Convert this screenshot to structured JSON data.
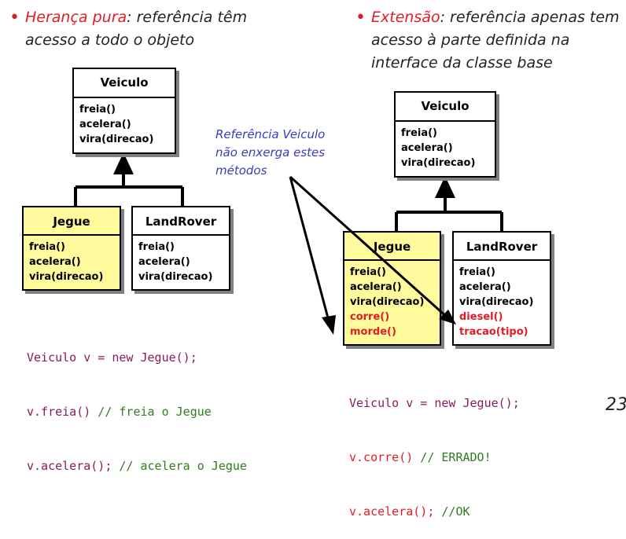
{
  "left_bullet": {
    "highlight": "Herança pura",
    "rest_line1": ": referência têm",
    "line2": "acesso a todo o objeto"
  },
  "right_bullet": {
    "highlight": "Extensão",
    "rest_line1": ": referência apenas tem",
    "line2": "acesso à parte definida na",
    "line3": "interface da classe base"
  },
  "note": {
    "line1": "Referência Veiculo",
    "line2": "não enxerga estes",
    "line3": "métodos"
  },
  "left_diagram": {
    "base": {
      "title": "Veiculo",
      "methods": [
        "freia()",
        "acelera()",
        "vira(direcao)"
      ]
    },
    "jegue": {
      "title": "Jegue",
      "methods": [
        "freia()",
        "acelera()",
        "vira(direcao)"
      ]
    },
    "landrover": {
      "title": "LandRover",
      "methods": [
        "freia()",
        "acelera()",
        "vira(direcao)"
      ]
    }
  },
  "right_diagram": {
    "base": {
      "title": "Veiculo",
      "methods": [
        "freia()",
        "acelera()",
        "vira(direcao)"
      ]
    },
    "jegue": {
      "title": "Jegue",
      "methods": [
        "freia()",
        "acelera()",
        "vira(direcao)"
      ],
      "extra_methods": [
        "corre()",
        "morde()"
      ]
    },
    "landrover": {
      "title": "LandRover",
      "methods": [
        "freia()",
        "acelera()",
        "vira(direcao)"
      ],
      "extra_methods": [
        "diesel()",
        "tracao(tipo)"
      ]
    }
  },
  "left_code": {
    "line1": "Veiculo v = new Jegue();",
    "line2_code": "v.freia()",
    "line2_comment": " // freia o Jegue",
    "line3_code": "v.acelera();",
    "line3_comment": " // acelera o Jegue"
  },
  "right_code": {
    "line1": "Veiculo v = new Jegue();",
    "line2_code": "v.corre()",
    "line2_comment": " // ERRADO!",
    "line3_code": "v.acelera();",
    "line3_comment": " //OK"
  },
  "page_number": "23",
  "colors": {
    "accent_red": "#e31b23",
    "note_blue": "#3a3ac0",
    "box_yellow": "#fffb9c",
    "code_purple": "#8b1a5c",
    "code_green": "#2e7d1f"
  }
}
